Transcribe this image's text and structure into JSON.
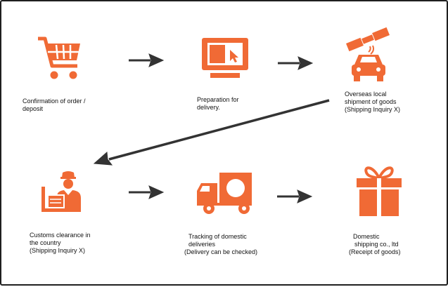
{
  "colors": {
    "accent": "#f06a35",
    "arrow": "#333333",
    "text": "#111111"
  },
  "steps": [
    {
      "id": "order",
      "icon": "shopping-cart-icon",
      "lines": [
        "Confirmation of order /",
        "deposit"
      ]
    },
    {
      "id": "prep",
      "icon": "monitor-cursor-icon",
      "lines": [
        "Preparation for",
        "delivery."
      ]
    },
    {
      "id": "overseas",
      "icon": "satellite-car-icon",
      "lines": [
        "Overseas local",
        "shipment of goods",
        " (Shipping Inquiry X)"
      ]
    },
    {
      "id": "customs",
      "icon": "customs-officer-icon",
      "lines": [
        "Customs clearance in",
        "the country",
        " (Shipping Inquiry X)"
      ]
    },
    {
      "id": "tracking",
      "icon": "delivery-truck-icon",
      "lines": [
        "Tracking of domestic",
        "deliveries",
        "(Delivery can be checked)"
      ]
    },
    {
      "id": "domestic",
      "icon": "gift-box-icon",
      "lines": [
        "Domestic",
        "shipping co., ltd",
        "(Receipt of goods)"
      ]
    }
  ]
}
